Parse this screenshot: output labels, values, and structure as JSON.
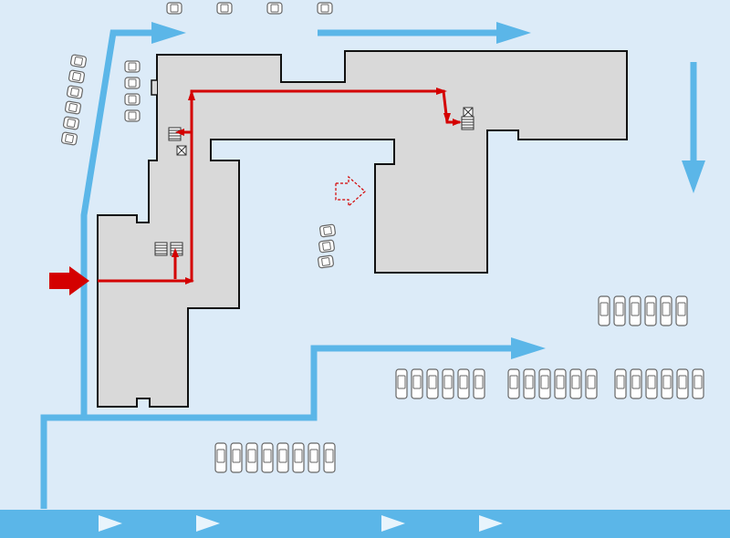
{
  "colors": {
    "background": "#dcebf8",
    "road": "#5bb6e8",
    "building_fill": "#d9d9d9",
    "building_stroke": "#111111",
    "route": "#d40000",
    "car_stroke": "#555555",
    "car_fill": "#ffffff",
    "road_arrow_head": "#e8f4fc"
  },
  "icons": {
    "entrance": "entrance-arrow-icon",
    "destination": "destination-arrow-icon",
    "stairs": "stairs-icon",
    "elevator": "elevator-icon",
    "car": "parked-car-icon",
    "traffic_direction": "traffic-direction-arrow-icon"
  },
  "parking_areas": [
    {
      "name": "top-row",
      "count": 4
    },
    {
      "name": "left-slanted",
      "count": 6
    },
    {
      "name": "left-small",
      "count": 4
    },
    {
      "name": "middle",
      "count": 3
    },
    {
      "name": "right-top-row",
      "count": 6
    },
    {
      "name": "right-row-a",
      "count": 6
    },
    {
      "name": "right-row-b",
      "count": 6
    },
    {
      "name": "right-row-c",
      "count": 6
    },
    {
      "name": "bottom-row",
      "count": 8
    }
  ]
}
